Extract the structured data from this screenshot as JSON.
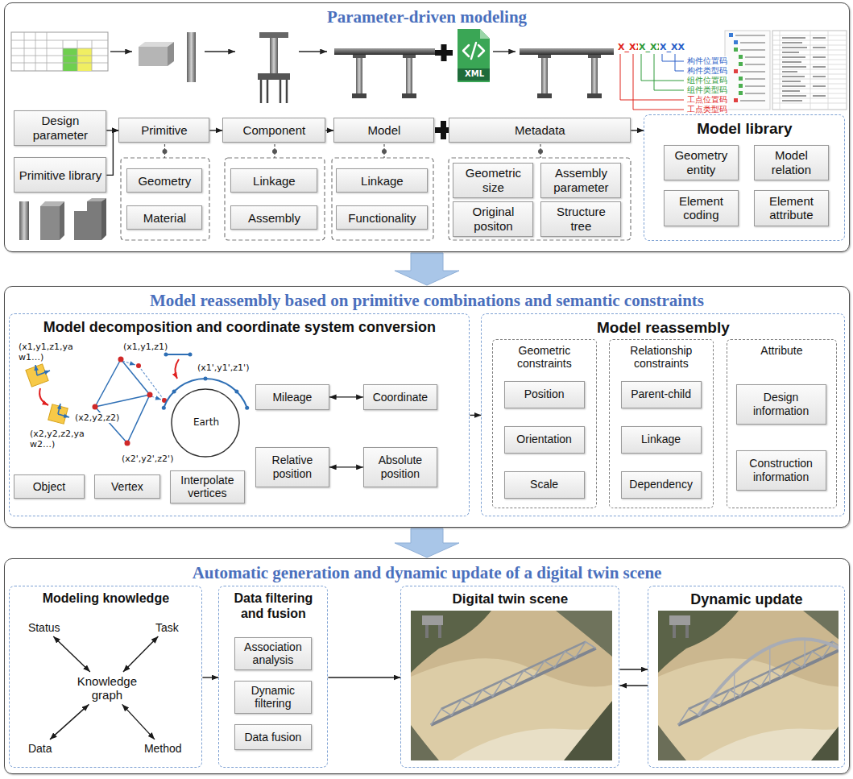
{
  "diagram": {
    "nodes": [
      {
        "text": [
          "Parameter-driven modeling"
        ]
      },
      {
        "text": [
          "Design parameter"
        ],
        "in": 0
      },
      {
        "text": [
          "Primitive library"
        ],
        "in": 0
      },
      {
        "text": [
          "Primitive"
        ],
        "in": 0
      },
      {
        "text": [
          "Component"
        ],
        "in": 0
      },
      {
        "text": [
          "Model"
        ],
        "in": 0
      },
      {
        "text": [
          "Metadata"
        ],
        "in": 0
      },
      {
        "text": [
          "Geometry"
        ],
        "in": 0
      },
      {
        "text": [
          "Material"
        ],
        "in": 0
      },
      {
        "text": [
          "Linkage"
        ],
        "in": 0
      },
      {
        "text": [
          "Assembly"
        ],
        "in": 0
      },
      {
        "text": [
          "Linkage"
        ],
        "in": 0
      },
      {
        "text": [
          "Functionality"
        ],
        "in": 0
      },
      {
        "text": [
          "Geometric size"
        ],
        "in": 0
      },
      {
        "text": [
          "Assembly parameter"
        ],
        "in": 0
      },
      {
        "text": [
          "Original positon"
        ],
        "in": 0
      },
      {
        "text": [
          "Structure tree"
        ],
        "in": 0
      },
      {
        "text": [
          "Model library"
        ],
        "in": 0
      },
      {
        "text": [
          "Geometry entity"
        ],
        "in": 17
      },
      {
        "text": [
          "Model relation"
        ],
        "in": 17
      },
      {
        "text": [
          "Element coding"
        ],
        "in": 17
      },
      {
        "text": [
          "Element attribute"
        ],
        "in": 17
      },
      {
        "text": [
          "Model reassembly based on primitive combinations and semantic constraints"
        ]
      },
      {
        "text": [
          "Model decomposition and coordinate system conversion"
        ],
        "in": 22
      },
      {
        "text": [
          "Object"
        ],
        "in": 23
      },
      {
        "text": [
          "Vertex"
        ],
        "in": 23
      },
      {
        "text": [
          "Interpolate vertices"
        ],
        "in": 23
      },
      {
        "text": [
          "Mileage"
        ],
        "in": 23
      },
      {
        "text": [
          "Coordinate"
        ],
        "in": 23
      },
      {
        "text": [
          "Relative position"
        ],
        "in": 23
      },
      {
        "text": [
          "Absolute position"
        ],
        "in": 23
      },
      {
        "text": [
          "Model reassembly"
        ],
        "in": 22
      },
      {
        "text": [
          "Geometric constraints"
        ],
        "in": 31
      },
      {
        "text": [
          "Position"
        ],
        "in": 32
      },
      {
        "text": [
          "Orientation"
        ],
        "in": 32
      },
      {
        "text": [
          "Scale"
        ],
        "in": 32
      },
      {
        "text": [
          "Relationship constraints"
        ],
        "in": 31
      },
      {
        "text": [
          "Parent-child"
        ],
        "in": 36
      },
      {
        "text": [
          "Linkage"
        ],
        "in": 36
      },
      {
        "text": [
          "Dependency"
        ],
        "in": 36
      },
      {
        "text": [
          "Attribute"
        ],
        "in": 31
      },
      {
        "text": [
          "Design information"
        ],
        "in": 40
      },
      {
        "text": [
          "Construction information"
        ],
        "in": 40
      },
      {
        "text": [
          "Automatic generation and dynamic update of a digital twin scene"
        ]
      },
      {
        "text": [
          "Modeling knowledge"
        ],
        "in": 43
      },
      {
        "text": [
          "Status"
        ],
        "in": 44
      },
      {
        "text": [
          "Task"
        ],
        "in": 44
      },
      {
        "text": [
          "Knowledge graph"
        ],
        "in": 44
      },
      {
        "text": [
          "Data"
        ],
        "in": 44
      },
      {
        "text": [
          "Method"
        ],
        "in": 44
      },
      {
        "text": [
          "Data filtering and fusion"
        ],
        "in": 43
      },
      {
        "text": [
          "Association analysis"
        ],
        "in": 50
      },
      {
        "text": [
          "Dynamic filtering"
        ],
        "in": 50
      },
      {
        "text": [
          "Data fusion"
        ],
        "in": 50
      },
      {
        "text": [
          "Digital twin scene"
        ],
        "in": 43
      },
      {
        "text": [
          "Dynamic update"
        ],
        "in": 43
      }
    ],
    "edges": [
      {
        "from": 1,
        "to": 3,
        "arrow": "to"
      },
      {
        "from": 2,
        "to": 3,
        "arrow": "to"
      },
      {
        "from": 3,
        "to": 4,
        "arrow": "to"
      },
      {
        "from": 4,
        "to": 5,
        "arrow": "to"
      },
      {
        "from": 6,
        "to": 17,
        "arrow": "to"
      },
      {
        "from": 0,
        "to": 22,
        "arrow": "to"
      },
      {
        "from": 27,
        "to": 28,
        "arrow": "both"
      },
      {
        "from": 29,
        "to": 30,
        "arrow": "both"
      },
      {
        "from": 23,
        "to": 31,
        "arrow": "to"
      },
      {
        "from": 22,
        "to": 43,
        "arrow": "to"
      },
      {
        "from": 45,
        "to": 47,
        "arrow": "both"
      },
      {
        "from": 46,
        "to": 47,
        "arrow": "both"
      },
      {
        "from": 48,
        "to": 47,
        "arrow": "both"
      },
      {
        "from": 49,
        "to": 47,
        "arrow": "both"
      },
      {
        "from": 44,
        "to": 50,
        "arrow": "to"
      },
      {
        "from": 50,
        "to": 54,
        "arrow": "to"
      },
      {
        "from": 54,
        "to": 55,
        "arrow": "to"
      },
      {
        "from": 55,
        "to": 54,
        "arrow": "to"
      }
    ],
    "labels": [
      "X_XX",
      "X_XX",
      "X_XX",
      "构件位置码",
      "构件类型码",
      "组件位置码",
      "组件类型码",
      "工点位置码",
      "工点类型码",
      "XML",
      "(x1,y1,z1,ya w1…)",
      "(x2,y2,z2,ya w2…)",
      "(x1,y1,z1)",
      "(x2,y2,z2)",
      "(x2',y2',z2')",
      "(x1',y1',z1')",
      "Earth"
    ]
  }
}
